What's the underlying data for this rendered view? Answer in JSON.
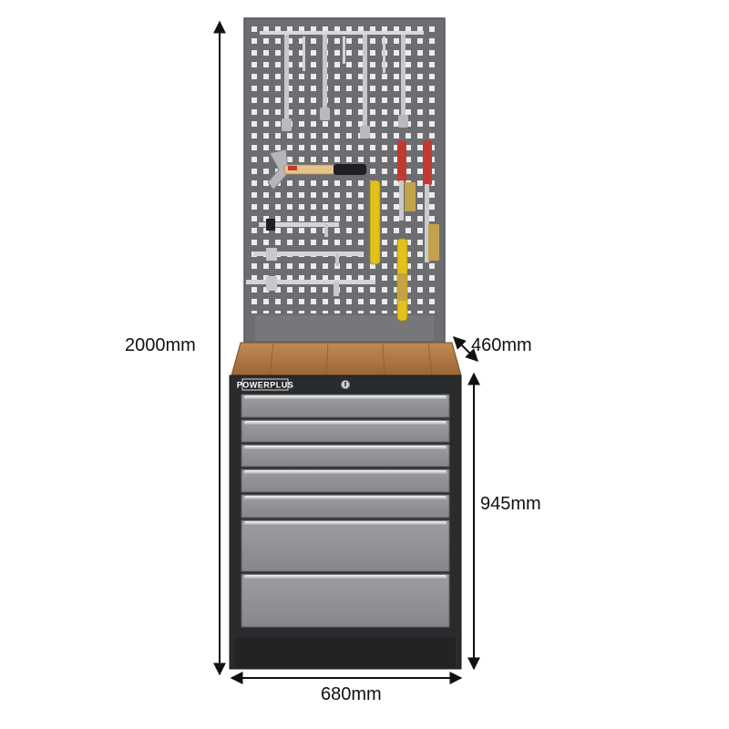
{
  "dimensions": {
    "height_total": "2000mm",
    "depth": "460mm",
    "height_lower": "945mm",
    "width": "680mm"
  },
  "brand": {
    "name": "POWERPLUS"
  },
  "product": {
    "drawer_count": 7,
    "pegboard_tools": [
      "hammer",
      "screwdriver",
      "wire-brush",
      "hooks"
    ]
  },
  "colors": {
    "pegboard": "#6b6d70",
    "worktop": "#b07a45",
    "cabinet_body": "#2a2b2d",
    "drawer_face": "#8f9194",
    "handle": "#e2e3e5",
    "brush_yellow": "#e0c21a",
    "brush_red": "#c03a32"
  }
}
